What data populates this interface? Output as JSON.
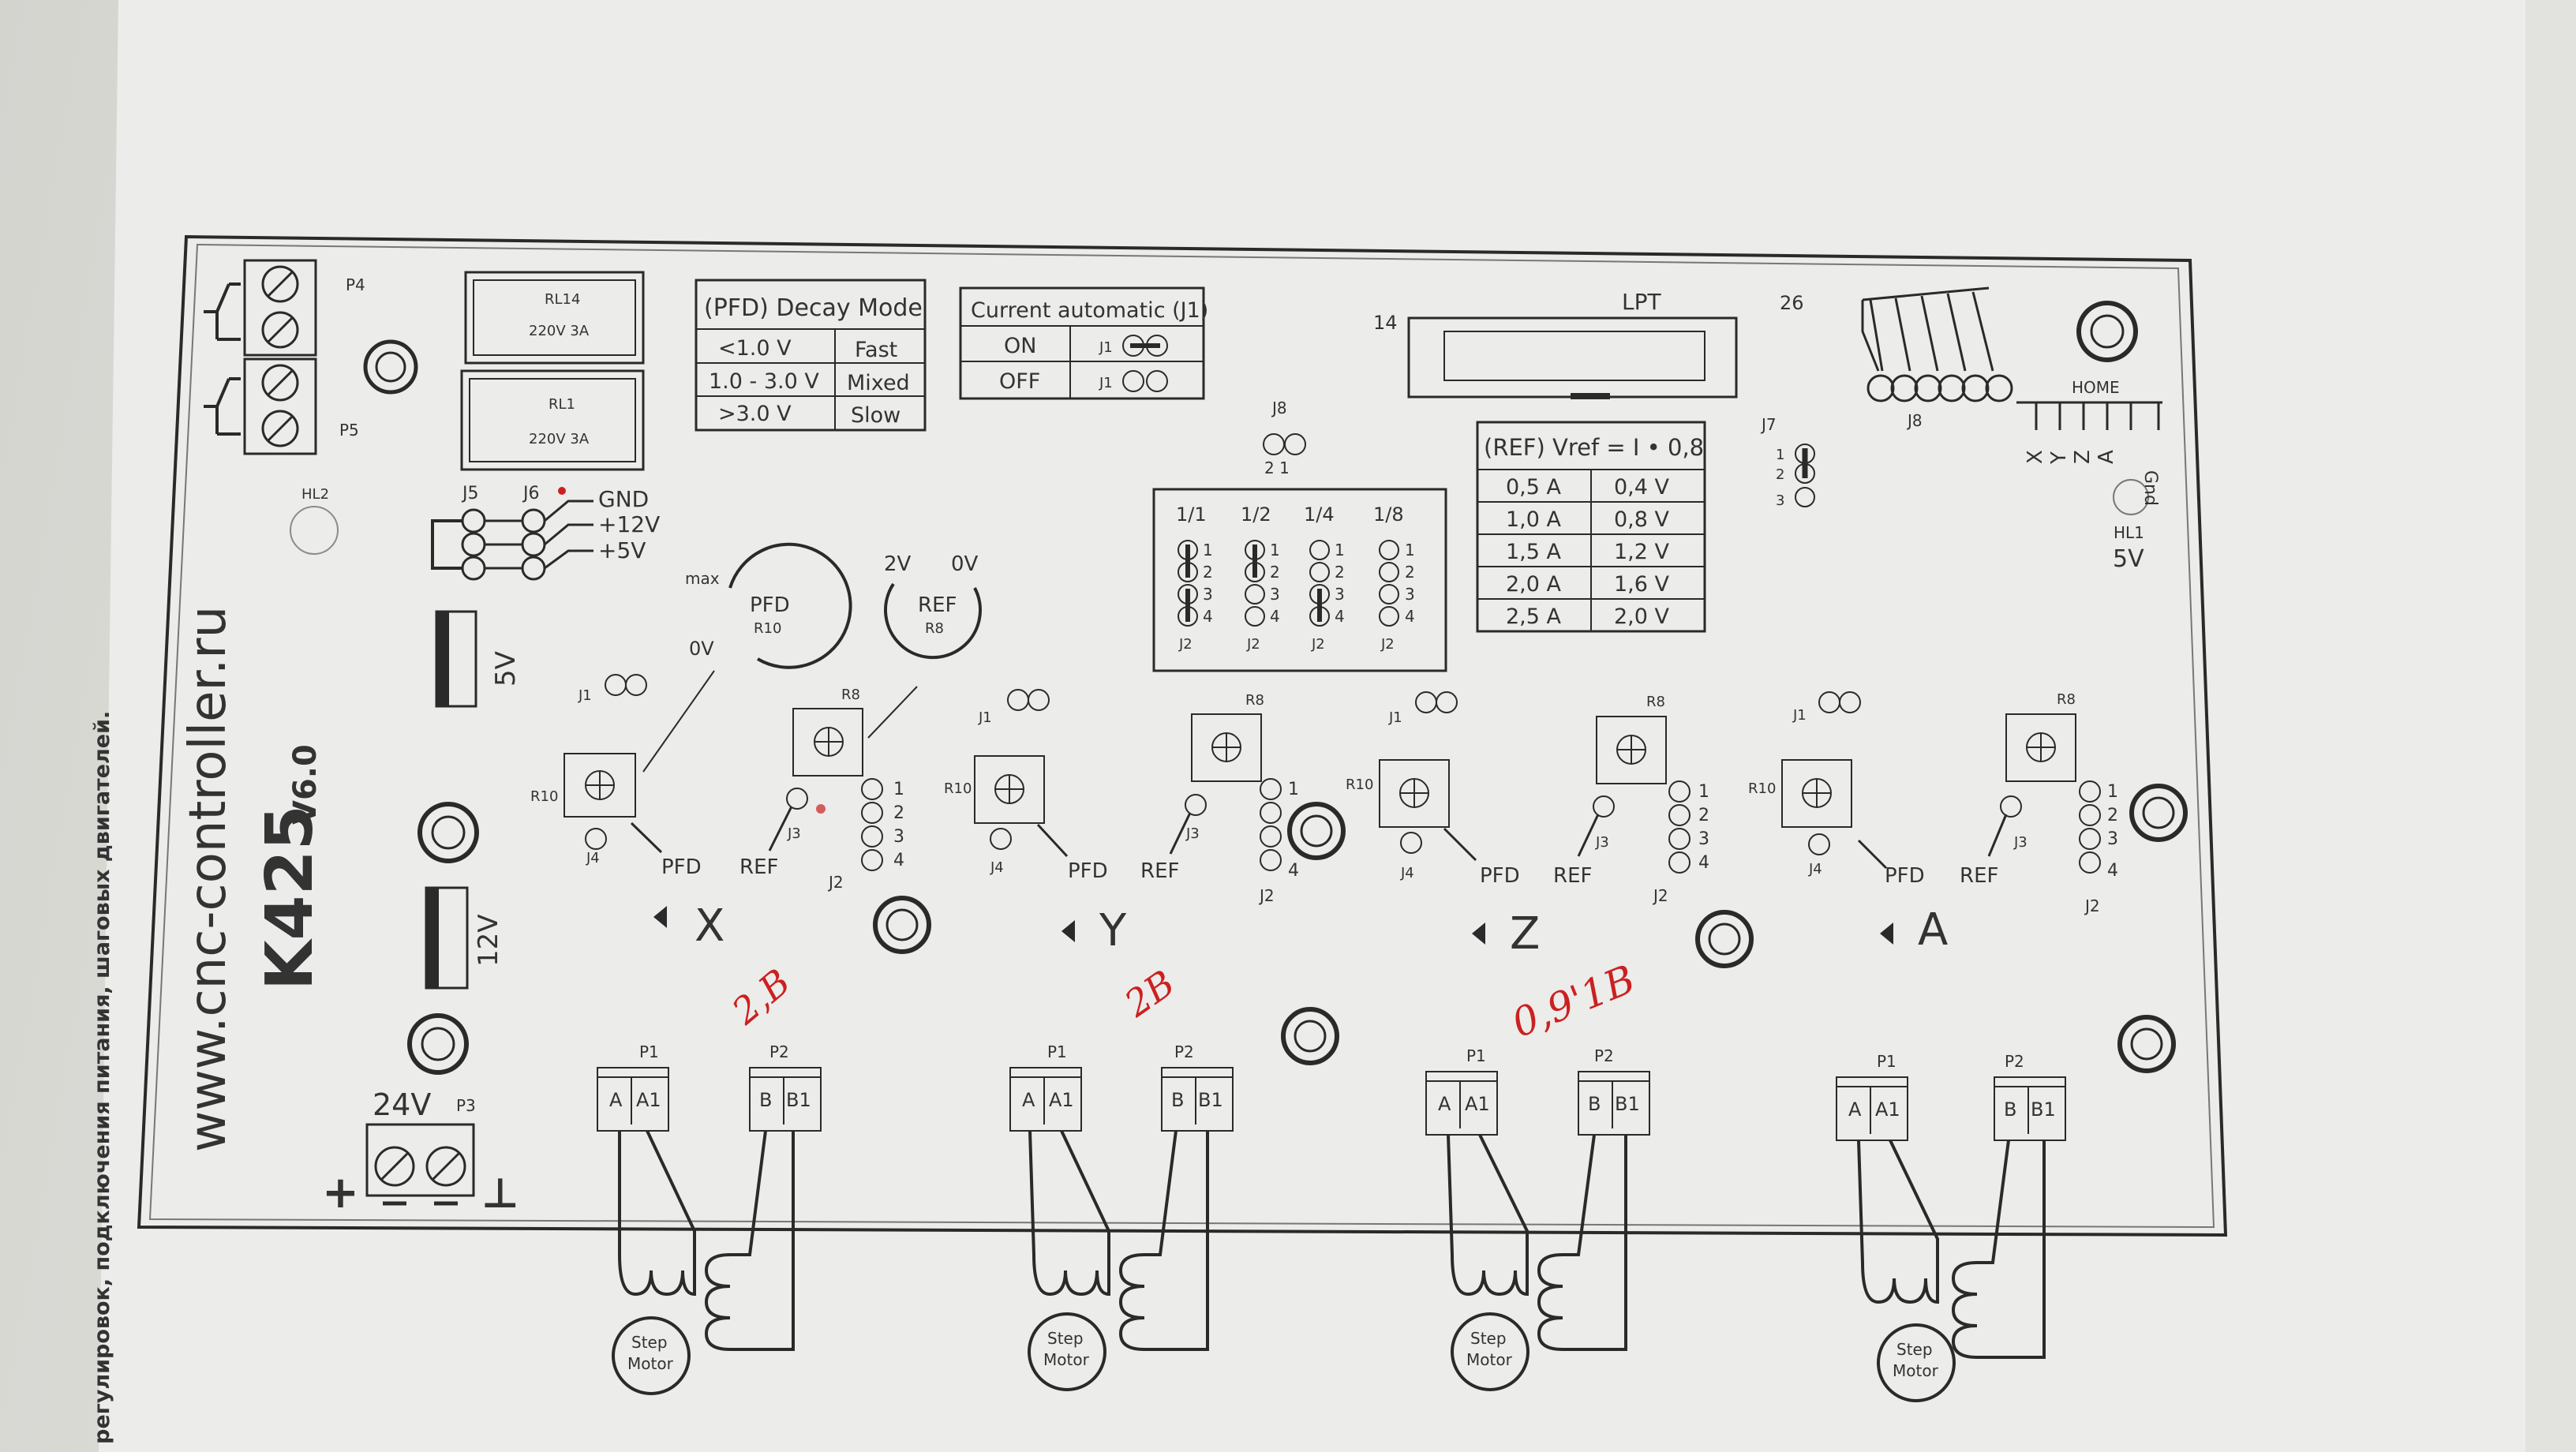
{
  "side_caption": "регулировок, подключения питания, шаговых двигателей.",
  "board": {
    "website": "www.cnc-controller.ru",
    "model": "K425",
    "version": "V6.0"
  },
  "relays": {
    "p4": "P4",
    "p5": "P5",
    "rl14": "RL14",
    "rl14_rating": "220V 3A",
    "rl1": "RL1",
    "rl1_rating": "220V 3A"
  },
  "decay_mode": {
    "title": "(PFD) Decay Mode",
    "rows": [
      {
        "voltage": "<1.0 V",
        "mode": "Fast"
      },
      {
        "voltage": "1.0 - 3.0 V",
        "mode": "Mixed"
      },
      {
        "voltage": ">3.0 V",
        "mode": "Slow"
      }
    ]
  },
  "current_automatic": {
    "title": "Current automatic (J1)",
    "rows": [
      {
        "state": "ON",
        "jumper": "J1"
      },
      {
        "state": "OFF",
        "jumper": "J1"
      }
    ]
  },
  "lpt": {
    "label": "LPT",
    "pin_left": "14",
    "pin_right": "26"
  },
  "j8_top": {
    "label": "J8",
    "pins": "2 1"
  },
  "j8_right": {
    "label": "J8",
    "home": "HOME",
    "axes": [
      "X",
      "Y",
      "Z",
      "A",
      "Gnd"
    ]
  },
  "j7": {
    "label": "J7",
    "pins": [
      "1",
      "2",
      "3"
    ]
  },
  "hl1": {
    "label": "HL1",
    "voltage": "5V"
  },
  "hl2": {
    "label": "HL2"
  },
  "microstep": {
    "headers": [
      "1/1",
      "1/2",
      "1/4",
      "1/8"
    ],
    "pins": [
      "1",
      "2",
      "3",
      "4"
    ],
    "jumper": "J2"
  },
  "vref_table": {
    "title": "(REF) Vref = I • 0,8",
    "rows": [
      {
        "current": "0,5 A",
        "vref": "0,4 V"
      },
      {
        "current": "1,0 A",
        "vref": "0,8 V"
      },
      {
        "current": "1,5 A",
        "vref": "1,2 V"
      },
      {
        "current": "2,0 A",
        "vref": "1,6 V"
      },
      {
        "current": "2,5 A",
        "vref": "2,0 V"
      }
    ]
  },
  "power_select": {
    "j5": "J5",
    "j6": "J6",
    "rails": [
      "GND",
      "+12V",
      "+5V"
    ],
    "reg_5v": "5V",
    "reg_12v": "12V",
    "input_voltage": "24V",
    "p3": "P3",
    "plus": "+",
    "minus": "⊥"
  },
  "pfd_pot": {
    "name": "PFD",
    "ref": "R10",
    "max": "max",
    "min": "0V"
  },
  "ref_pot": {
    "name": "REF",
    "ref": "R8",
    "left": "2V",
    "right": "0V"
  },
  "channel_labels": {
    "j1": "J1",
    "j2": "J2",
    "j3": "J3",
    "j4": "J4",
    "r8": "R8",
    "r10": "R10",
    "pfd": "PFD",
    "ref": "REF",
    "p1": "P1",
    "p2": "P2",
    "a": "A",
    "a1": "A1",
    "b": "B",
    "b1": "B1",
    "motor_line1": "Step",
    "motor_line2": "Motor",
    "j2_pins": [
      "1",
      "2",
      "3",
      "4"
    ]
  },
  "axes": [
    "X",
    "Y",
    "Z",
    "A"
  ],
  "handwritten_notes": [
    "2,B",
    "2B",
    "0,9'1B"
  ],
  "colors": {
    "paper": "#f1f1ee",
    "ink": "#2a2a2a",
    "handwriting": "#cc2020"
  }
}
